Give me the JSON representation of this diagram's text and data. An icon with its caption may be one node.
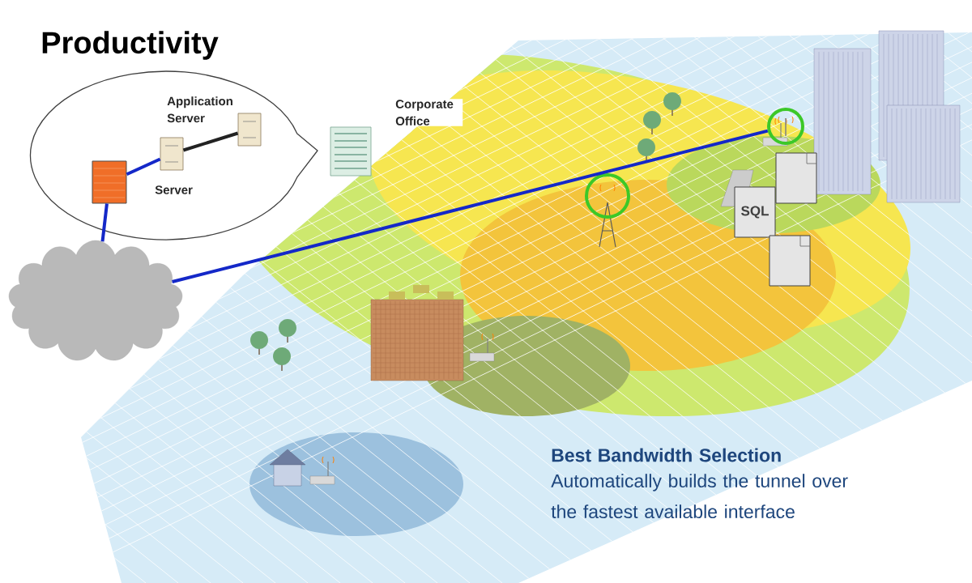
{
  "diagram": {
    "title": "Productivity",
    "nodes": [
      {
        "text": [],
        "shape": "bubble"
      },
      {
        "text": [],
        "shape": "picture",
        "in": 0
      },
      {
        "text": [],
        "shape": "picture",
        "in": 0,
        "beside": [
          "Server"
        ]
      },
      {
        "text": [],
        "shape": "picture",
        "in": 0,
        "beside": [
          "Application Server"
        ]
      },
      {
        "text": [],
        "shape": "cloud"
      },
      {
        "text": [],
        "shape": "picture",
        "beside": [
          "Corporate Office"
        ]
      },
      {
        "text": [],
        "shape": "picture"
      },
      {
        "text": [],
        "shape": "document"
      },
      {
        "text": [
          "SQL"
        ]
      },
      {
        "text": [],
        "shape": "document"
      }
    ],
    "edges": [
      {
        "from": 1,
        "to": 2,
        "arrow": "none"
      },
      {
        "from": 2,
        "to": 3,
        "arrow": "none",
        "color": "#222222"
      },
      {
        "from": 1,
        "to": 4,
        "arrow": "none"
      },
      {
        "from": 4,
        "to": 6,
        "arrow": "none"
      }
    ],
    "labels": [
      "Best Bandwidth Selection",
      "Automatically builds the tunnel over the fastest available interface"
    ]
  }
}
